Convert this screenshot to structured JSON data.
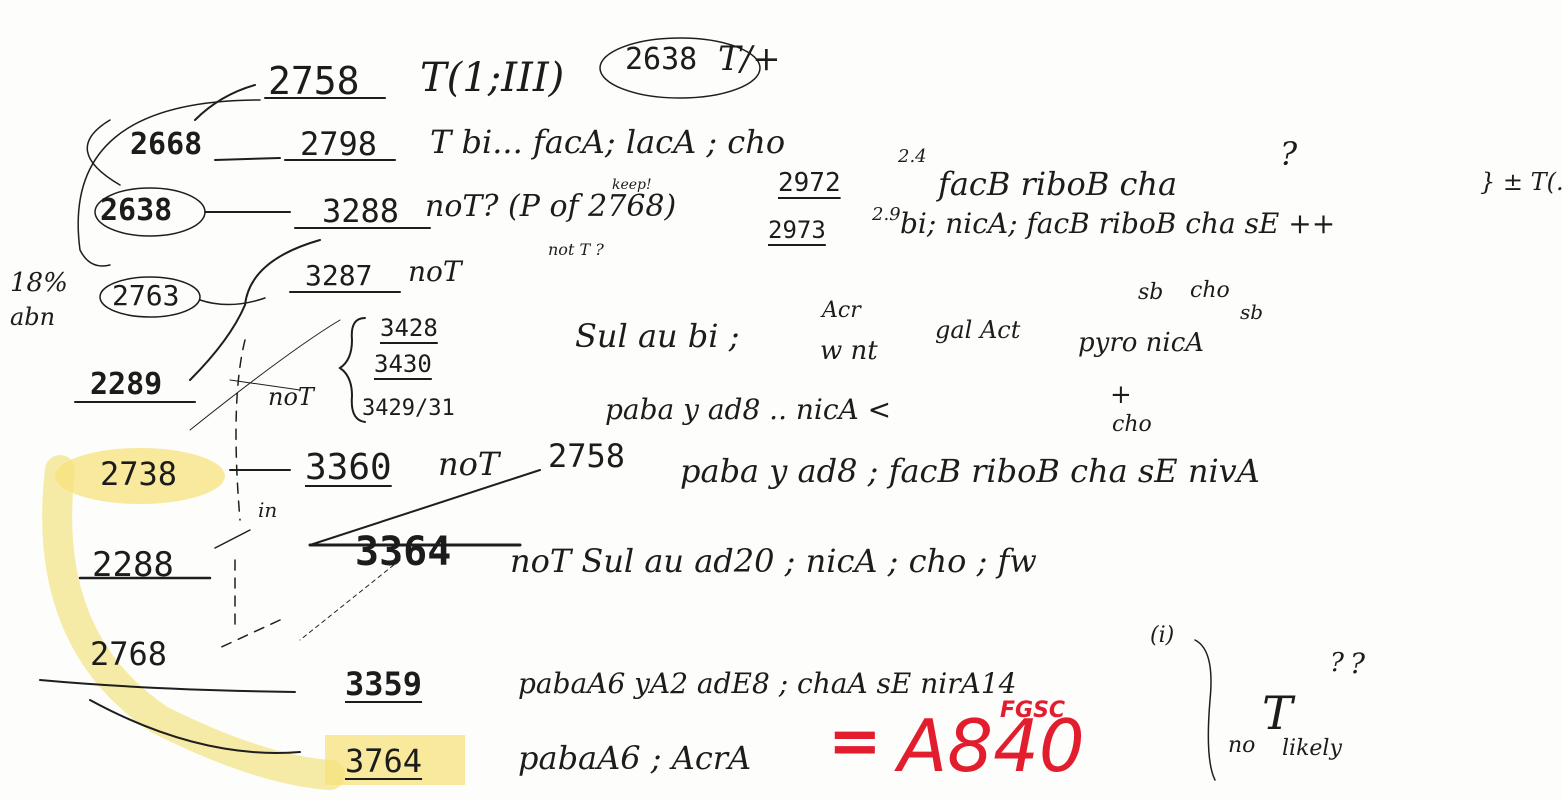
{
  "strains": [
    {
      "id": "2758",
      "desc": "T(1;III)"
    },
    {
      "id": "2638",
      "desc": "T/+"
    },
    {
      "id": "2668"
    },
    {
      "id": "2798",
      "desc": "T bi... facA; lacA ; cho"
    },
    {
      "id": "2638",
      "ring": "2638"
    },
    {
      "id": "3288",
      "desc": "noT? (P of 2768) keep! not T ?"
    },
    {
      "id": "2972",
      "desc": "facB riboB cha ?",
      "freq": "2.4"
    },
    {
      "id": "2973",
      "desc": "bi; nicA; facB riboB cha sE ++",
      "freq": "2.9"
    },
    {
      "id": "2763",
      "note": "18% abn"
    },
    {
      "id": "3287",
      "desc": "noT"
    },
    {
      "id": "3428"
    },
    {
      "id": "3430"
    },
    {
      "id": "3429/31",
      "desc": "paba y ad8 .. nicA < + cho"
    },
    {
      "id": "2289"
    },
    {
      "id": "2738"
    },
    {
      "id": "3360",
      "desc": "noT 2758 paba y ad8 ; facB riboB cha sE nivA"
    },
    {
      "id": "2288"
    },
    {
      "id": "3364",
      "desc": "noT Sul au ad20 ; nicA ; cho ; fw"
    },
    {
      "id": "2768"
    },
    {
      "id": "3359",
      "desc": "pabaA6 yA2 adE8 ; chaA sE nirA14 (i)"
    },
    {
      "id": "3764",
      "desc": "pabaA6 ; AcrA",
      "fgsc": "= A840"
    }
  ],
  "labels": {
    "l_2758": "2758",
    "l_t1": "T(1;III)",
    "l_2638top": "2638",
    "l_tplus": "T/+",
    "l_2668": "2668",
    "l_2798": "2798",
    "l_2798d": "T  bi... facA; lacA ; cho",
    "l_2638": "2638",
    "l_3288": "3288",
    "l_3288d": "noT? (P of 2768)",
    "l_keep": "keep!",
    "l_nott": "not T ?",
    "l_2972": "2972",
    "l_24": "2.4",
    "l_2972d": "facB  riboB  cha",
    "l_q1": "?",
    "l_2973": "2973",
    "l_29": "2.9",
    "l_2973d": "bi; nicA; facB riboB cha sE ++",
    "l_brace1": "} ± T(...)",
    "l_18": "18%",
    "l_abn": "abn",
    "l_2763": "2763",
    "l_3287": "3287",
    "l_3287d": "noT",
    "l_sb": "sb",
    "l_cho": "cho",
    "l_sb2": "sb",
    "l_3428": "3428",
    "l_3430": "3430",
    "l_3429": "3429/31",
    "l_sul": "Sul  au  bi ;",
    "l_acr": "Acr",
    "l_wnt": "w nt",
    "l_gal": "gal Act",
    "l_pyro": "pyro  nicA",
    "l_2289": "2289",
    "l_noT": "noT",
    "l_paba1": "paba  y ad8  ..  nicA  <",
    "l_plus": "+",
    "l_cho2": "cho",
    "l_2738": "2738",
    "l_3360": "3360",
    "l_3360n": "noT",
    "l_2758b": "2758",
    "l_3360d": "paba y ad8 ;  facB  riboB  cha  sE  nivA",
    "l_in": "in",
    "l_2288": "2288",
    "l_3364": "3364",
    "l_3364d": "noT   Sul  au  ad20 ;  nicA ;  cho ;  fw",
    "l_2768": "2768",
    "l_3359": "3359",
    "l_3359d": "pabaA6  yA2  adE8 ; chaA   sE   nirA14",
    "l_i": "(i)",
    "l_q2": "?",
    "l_3764": "3764",
    "l_3764d": "pabaA6 ;  AcrA",
    "l_eq": "=",
    "l_a840": "A840",
    "l_fgsc": "FGSC",
    "l_noT2": "no",
    "l_T2": "T",
    "l_likely": "likely",
    "l_q3": "?"
  }
}
